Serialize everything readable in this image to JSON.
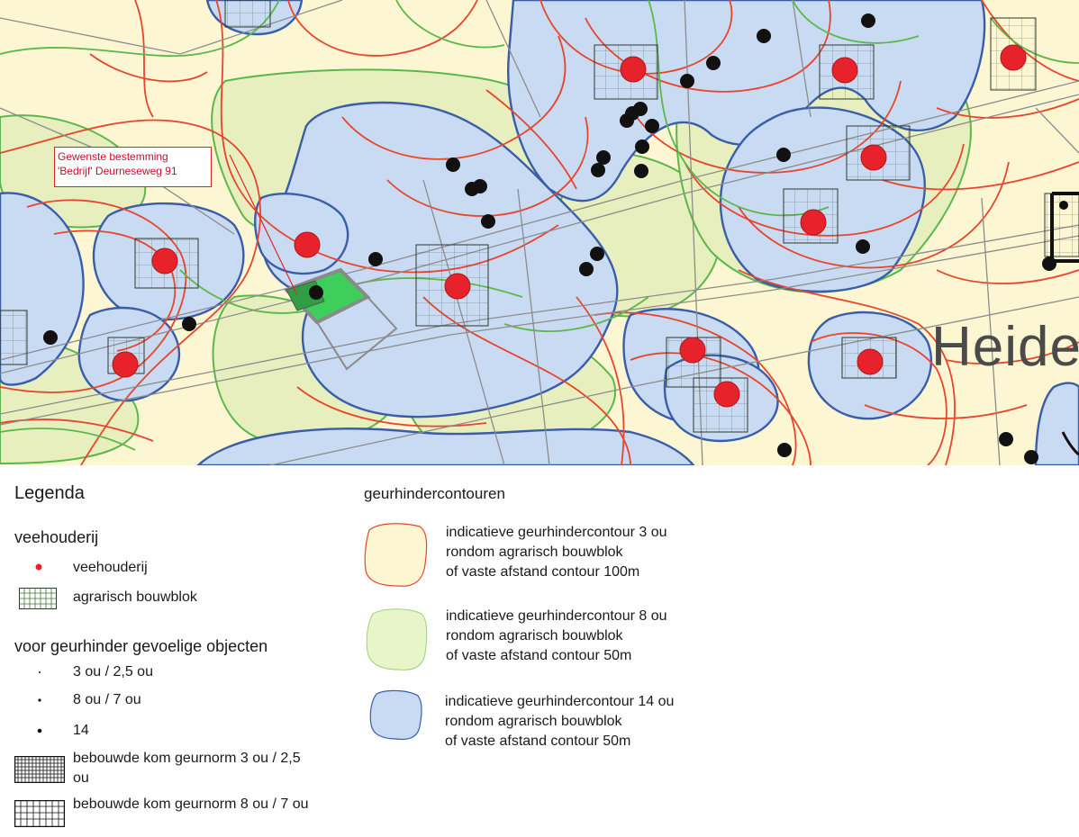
{
  "map": {
    "annotation": {
      "line1": "Gewenste bestemming",
      "line2": "'Bedrijf' Deurneseweg 91"
    },
    "place_name": "Heide",
    "colors": {
      "background": "#fdf6d3",
      "contour_8_fill": "#e7efbf",
      "contour_14_fill": "#c9daf3",
      "contour_3_line": "#e8452c",
      "contour_8_line": "#5ab84a",
      "contour_14_line": "#3a5da8",
      "veehouderij": "#e8222b",
      "sensitive_object": "#111111",
      "selected_plot": "#3ecf5a"
    }
  },
  "legend": {
    "title": "Legenda",
    "veehouderij_section": {
      "heading": "veehouderij",
      "items": [
        {
          "label": "veehouderij",
          "icon": "red-dot-icon"
        },
        {
          "label": "agrarisch bouwblok",
          "icon": "green-grid-icon"
        }
      ]
    },
    "sensitive_section": {
      "heading": "voor geurhinder gevoelige objecten",
      "items": [
        {
          "label": "3 ou / 2,5 ou",
          "icon": "tiny-dot-icon"
        },
        {
          "label": "8 ou / 7 ou",
          "icon": "small-dot-icon"
        },
        {
          "label": "14",
          "icon": "medium-dot-icon"
        },
        {
          "label": "bebouwde kom geurnorm 3 ou / 2,5 ou",
          "icon": "dense-grid-icon"
        },
        {
          "label": "bebouwde kom geurnorm 8 ou / 7 ou",
          "icon": "sparse-grid-icon"
        }
      ]
    },
    "contour_section": {
      "heading": "geurhindercontouren",
      "items": [
        {
          "lines": [
            "indicatieve geurhindercontour 3 ou",
            "rondom agrarisch bouwblok",
            "of vaste afstand contour 100m"
          ],
          "icon": "yellow-blob-icon"
        },
        {
          "lines": [
            "indicatieve geurhindercontour 8 ou",
            "rondom agrarisch bouwblok",
            "of vaste afstand contour 50m"
          ],
          "icon": "green-blob-icon"
        },
        {
          "lines": [
            "indicatieve geurhindercontour 14 ou",
            "rondom agrarisch bouwblok",
            "of vaste afstand contour 50m"
          ],
          "icon": "blue-blob-icon"
        }
      ]
    }
  }
}
